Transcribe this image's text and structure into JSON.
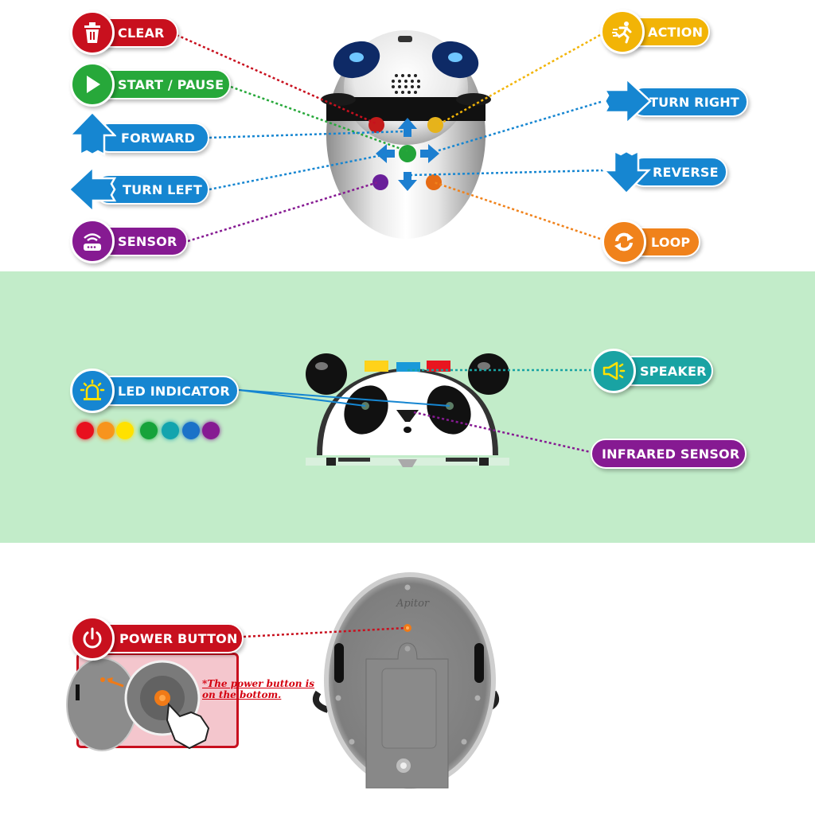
{
  "top_section": {
    "left_labels": [
      {
        "label": "CLEAR",
        "icon": "trash-icon",
        "color": "#c8101e"
      },
      {
        "label": "START / PAUSE",
        "icon": "play-icon",
        "color": "#27a83a"
      },
      {
        "label": "FORWARD",
        "icon": "arrow-up-icon",
        "color": "#1686d1"
      },
      {
        "label": "TURN LEFT",
        "icon": "arrow-left-icon",
        "color": "#1686d1"
      },
      {
        "label": "SENSOR",
        "icon": "sensor-icon",
        "color": "#861a92"
      }
    ],
    "right_labels": [
      {
        "label": "ACTION",
        "icon": "running-person-icon",
        "color": "#f2b406"
      },
      {
        "label": "TURN RIGHT",
        "icon": "arrow-right-icon",
        "color": "#1686d1"
      },
      {
        "label": "REVERSE",
        "icon": "arrow-down-icon",
        "color": "#1686d1"
      },
      {
        "label": "LOOP",
        "icon": "loop-icon",
        "color": "#f0821b"
      }
    ]
  },
  "middle_section": {
    "background": "#c2ecc9",
    "led_indicator": {
      "label": "LED INDICATOR",
      "icon": "beacon-light-icon",
      "color": "#1686d1"
    },
    "led_colors": [
      "#e8101e",
      "#f7941d",
      "#ffe100",
      "#16a33a",
      "#13a4ae",
      "#1b72c8",
      "#861a92"
    ],
    "speaker": {
      "label": "SPEAKER",
      "icon": "megaphone-icon",
      "color": "#19a3a3"
    },
    "infrared_sensor": {
      "label": "INFRARED SENSOR",
      "color": "#861a92"
    }
  },
  "bottom_section": {
    "power_button": {
      "label": "POWER BUTTON",
      "icon": "power-icon",
      "color": "#c8101e"
    },
    "note_line1": "*The power button is",
    "note_line2": "on the bottom.",
    "brand": "Apitor"
  }
}
